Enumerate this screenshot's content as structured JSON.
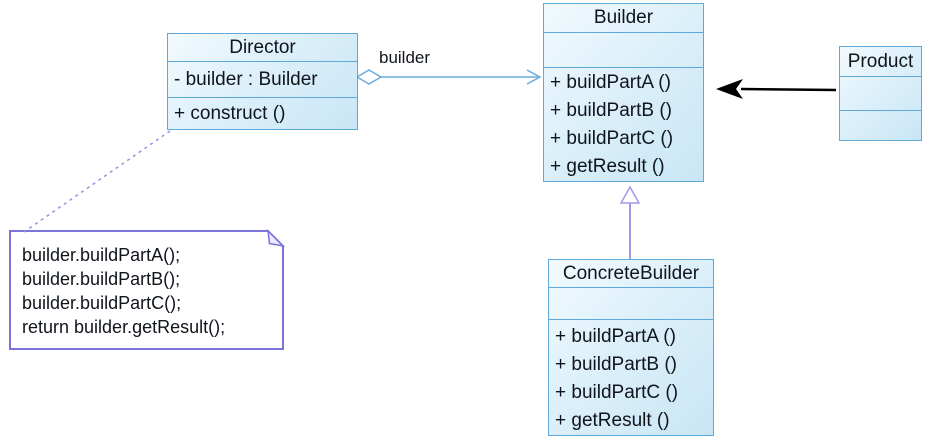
{
  "diagram": {
    "kind": "uml-class-diagram",
    "pattern": "Builder"
  },
  "classes": {
    "director": {
      "name": "Director",
      "attributes": [
        "- builder : Builder"
      ],
      "methods": [
        "+ construct ()"
      ]
    },
    "builder": {
      "name": "Builder",
      "attributes": [],
      "methods": [
        "+ buildPartA ()",
        "+ buildPartB ()",
        "+ buildPartC ()",
        "+ getResult ()"
      ]
    },
    "concrete_builder": {
      "name": "ConcreteBuilder",
      "attributes": [],
      "methods": [
        "+ buildPartA ()",
        "+ buildPartB ()",
        "+ buildPartC ()",
        "+ getResult ()"
      ]
    },
    "product": {
      "name": "Product",
      "attributes": [],
      "methods": []
    }
  },
  "note": {
    "lines": [
      "builder.buildPartA();",
      "builder.buildPartB();",
      "builder.buildPartC();",
      "return builder.getResult();"
    ]
  },
  "relationships": {
    "aggregation": {
      "type": "aggregation",
      "from": "Director",
      "to": "Builder",
      "label": "builder"
    },
    "generalization": {
      "type": "generalization",
      "from": "ConcreteBuilder",
      "to": "Builder"
    },
    "association": {
      "type": "association",
      "from": "Product",
      "to": "Builder"
    },
    "note_anchor": {
      "type": "note-anchor",
      "from": "Director",
      "to": "code-note"
    }
  },
  "colors": {
    "class_border": "#5fa8da",
    "class_fill_light": "#f2fafe",
    "class_fill_dark": "#c9e6f6",
    "aggregation_line": "#6aabdd",
    "generalization_line": "#a29ae6",
    "note_anchor_line": "#998ee0",
    "note_border": "#7b72da",
    "association_line": "#000000",
    "text": "#10151c"
  }
}
